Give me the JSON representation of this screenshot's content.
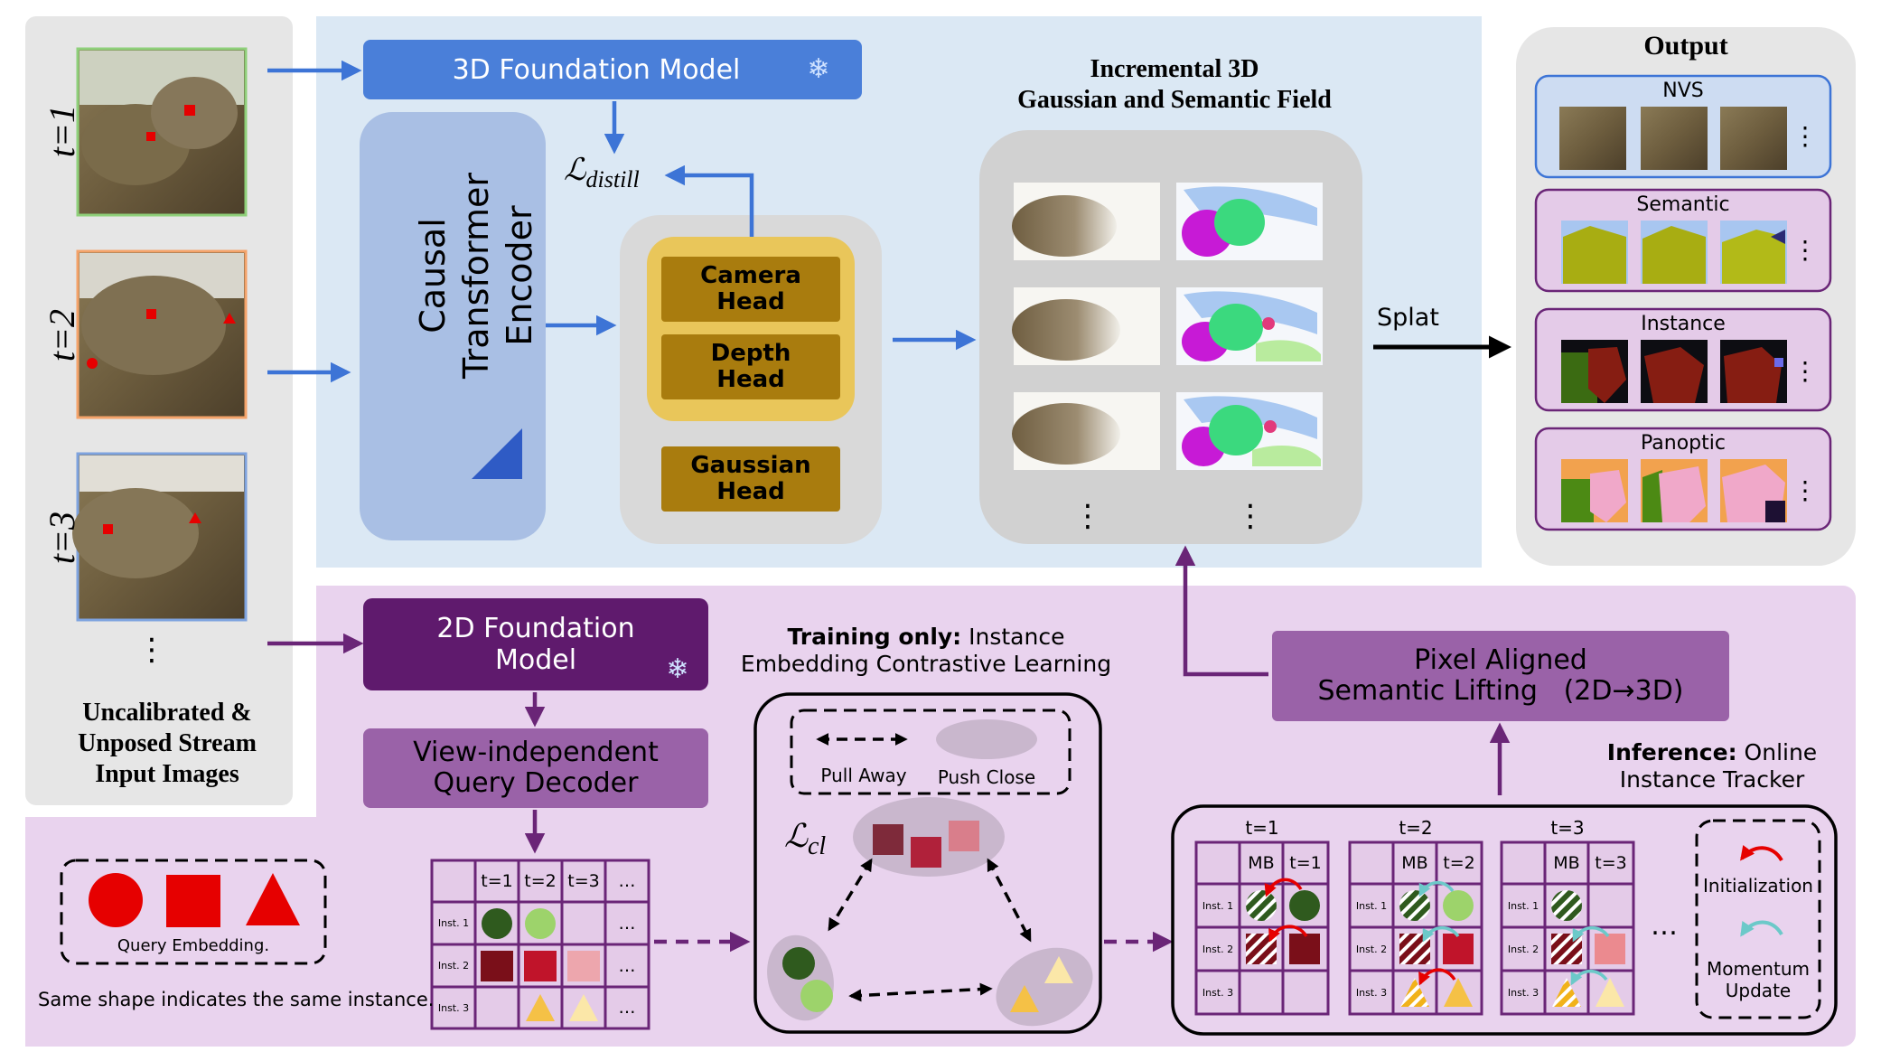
{
  "time_labels": [
    "t=1",
    "t=2",
    "t=3"
  ],
  "input_caption": [
    "Uncalibrated &",
    "Unposed Stream",
    "Input Images"
  ],
  "fm3d_label": "3D Foundation Model",
  "encoder_label": [
    "Causal Transformer",
    "Encoder"
  ],
  "distill_label": "ℒ",
  "distill_sub": "distill",
  "heads": {
    "camera": [
      "Camera",
      "Head"
    ],
    "depth": [
      "Depth",
      "Head"
    ],
    "gaussian": [
      "Gaussian",
      "Head"
    ]
  },
  "field_title": [
    "Incremental 3D",
    "Gaussian and Semantic Field"
  ],
  "splat_label": "Splat",
  "output": {
    "title": "Output",
    "panels": [
      "NVS",
      "Semantic",
      "Instance",
      "Panoptic"
    ]
  },
  "fm2d_label": [
    "2D Foundation",
    "Model"
  ],
  "query_decoder_label": [
    "View-independent",
    "Query Decoder"
  ],
  "training": {
    "bold": "Training only:",
    "rest": " Instance",
    "line2": "Embedding Contrastive Learning",
    "pull": "Pull Away",
    "push": "Push Close",
    "loss": "ℒ",
    "loss_sub": "cl"
  },
  "lifting_label": [
    "Pixel Aligned",
    "Semantic Lifting   (2D→3D)"
  ],
  "inference": {
    "bold": "Inference:",
    "rest": " Online",
    "line2": "Instance Tracker"
  },
  "tracker_legend": {
    "init": "Initialization",
    "momentum": [
      "Momentum",
      "Update"
    ]
  },
  "table": {
    "headers": [
      "t=1",
      "t=2",
      "t=3",
      "…"
    ],
    "rows": [
      "Inst. 1",
      "Inst. 2",
      "Inst. 3"
    ],
    "ellipsis": "…"
  },
  "mb_tables": [
    {
      "time": "t=1",
      "headers": [
        "MB",
        "t=1"
      ]
    },
    {
      "time": "t=2",
      "headers": [
        "MB",
        "t=2"
      ]
    },
    {
      "time": "t=3",
      "headers": [
        "MB",
        "t=3"
      ]
    }
  ],
  "mb_rows": [
    "Inst. 1",
    "Inst. 2",
    "Inst. 3"
  ],
  "legend": {
    "caption": "Query Embedding.",
    "note": "Same shape indicates the same instance."
  },
  "colors": {
    "light_blue_bg": "#dbe8f4",
    "lilac_bg": "#e9d3ee",
    "grey_bg": "#e6e6e6",
    "blue_box": "#4a7fd9",
    "encoder_box": "#a9bfe4",
    "head_gold": "#a97c0e",
    "head_yellow": "#e9c65a",
    "dark_purple": "#5f1a6d",
    "mid_purple": "#9a62a8",
    "red_marker": "#e60000"
  }
}
